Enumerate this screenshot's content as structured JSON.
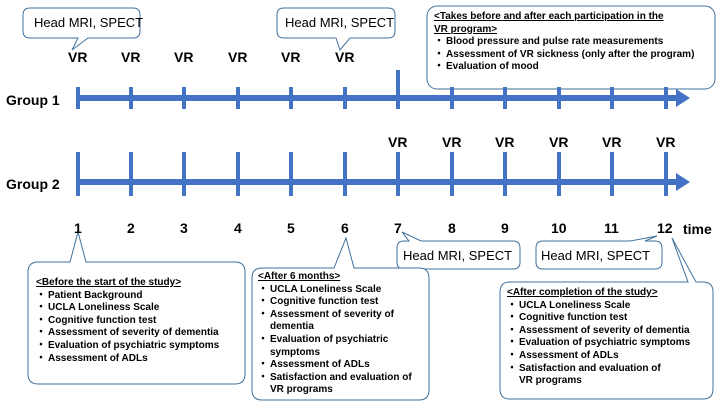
{
  "top_callouts": {
    "left": "Head MRI, SPECT",
    "mid": "Head MRI, SPECT"
  },
  "bottom_callouts": {
    "at7": "Head MRI, SPECT",
    "at12": "Head MRI, SPECT"
  },
  "groups": {
    "group1": "Group 1",
    "group2": "Group 2"
  },
  "vr_label": "VR",
  "time_axis": {
    "ticks": [
      "1",
      "2",
      "3",
      "4",
      "5",
      "6",
      "7",
      "8",
      "9",
      "10",
      "11",
      "12"
    ],
    "unit": "time"
  },
  "group1_vr_sessions": [
    "1",
    "2",
    "3",
    "4",
    "5",
    "6"
  ],
  "group2_vr_sessions": [
    "7",
    "8",
    "9",
    "10",
    "11",
    "12"
  ],
  "each_participation_box": {
    "title_line1": "<Takes before and after each participation in the",
    "title_line2": "VR program>",
    "items": [
      "Blood pressure and pulse rate measurements",
      "Assessment of VR sickness (only after the program)",
      "Evaluation of mood"
    ]
  },
  "before_start_box": {
    "title": "<Before the start of the study>",
    "items": [
      "Patient Background",
      "UCLA Loneliness Scale",
      "Cognitive function test",
      "Assessment of severity of dementia",
      "Evaluation of psychiatric symptoms",
      "Assessment of ADLs"
    ]
  },
  "after_6_months_box": {
    "title": "<After 6 months>",
    "items": [
      [
        "UCLA Loneliness Scale"
      ],
      [
        "Cognitive function test"
      ],
      [
        "Assessment of severity of",
        "dementia"
      ],
      [
        "Evaluation of psychiatric",
        "symptoms"
      ],
      [
        "Assessment of ADLs"
      ],
      [
        "Satisfaction and evaluation of",
        "VR programs"
      ]
    ]
  },
  "after_completion_box": {
    "title": "<After completion of the study>",
    "items": [
      [
        "UCLA Loneliness Scale"
      ],
      [
        "Cognitive function test"
      ],
      [
        "Assessment of severity of dementia"
      ],
      [
        "Evaluation of psychiatric symptoms"
      ],
      [
        "Assessment of ADLs"
      ],
      [
        "Satisfaction and evaluation of",
        "VR programs"
      ]
    ]
  },
  "colors": {
    "timeline": "#4472C4",
    "box_border": "#41719C",
    "text": "#000000"
  }
}
